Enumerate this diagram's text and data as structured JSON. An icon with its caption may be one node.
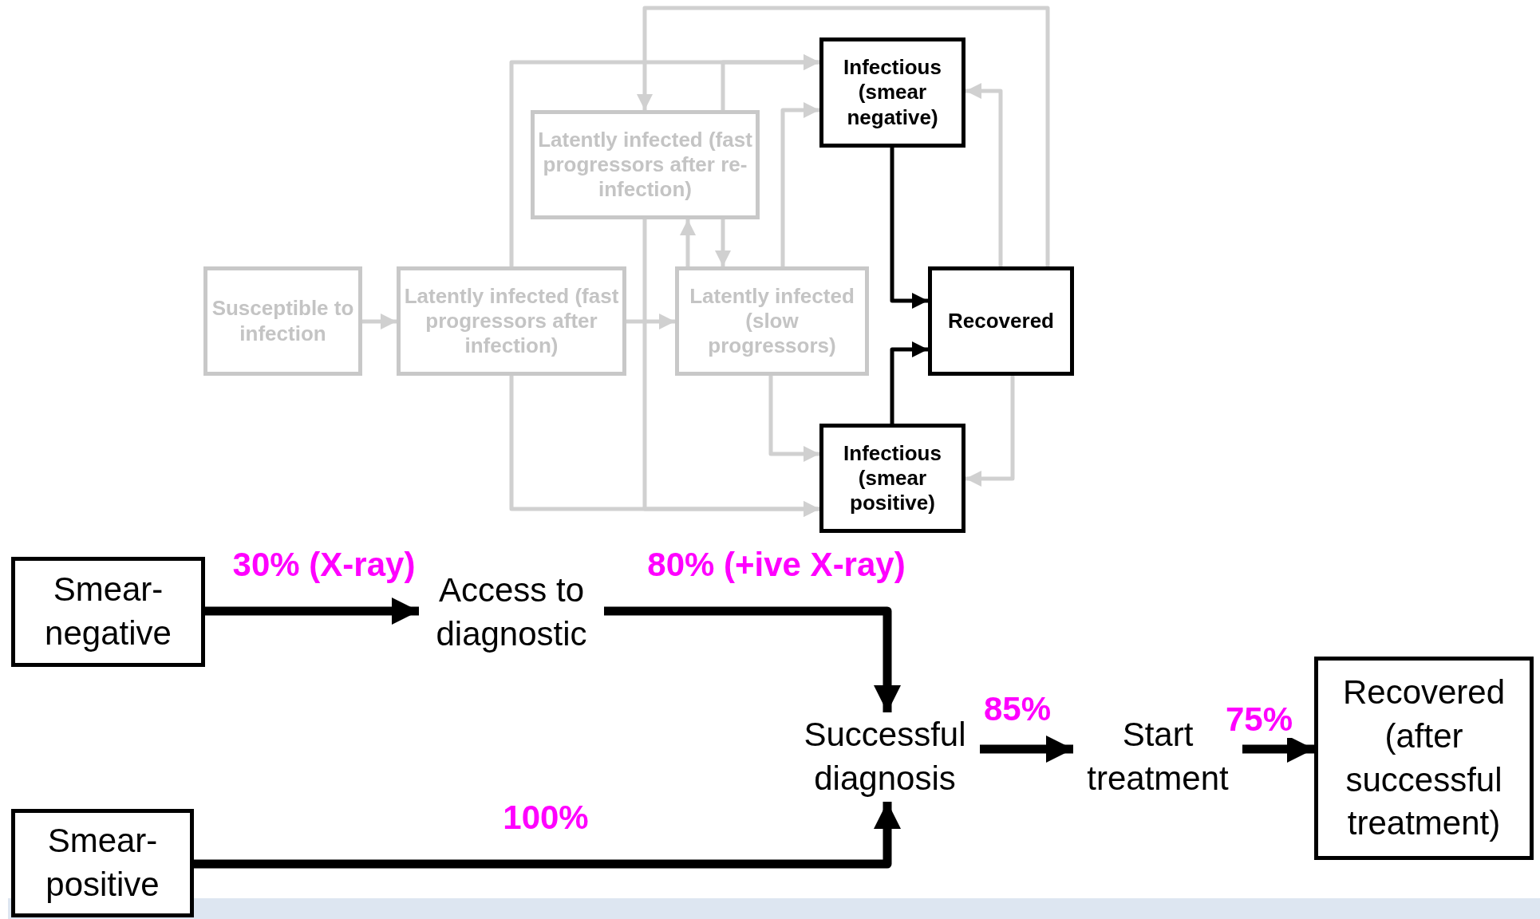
{
  "diagram": {
    "nodes": [
      {
        "text": [
          "Susceptible to infection"
        ]
      },
      {
        "text": [
          "Latently infected (fast progressors after infection)"
        ]
      },
      {
        "text": [
          "Latently infected (fast progressors after re-infection)"
        ]
      },
      {
        "text": [
          "Latently infected (slow progressors)"
        ]
      },
      {
        "text": [
          "Infectious (smear negative)"
        ]
      },
      {
        "text": [
          "Recovered"
        ]
      },
      {
        "text": [
          "Infectious (smear positive)"
        ]
      },
      {
        "text": [
          "Smear-negative"
        ]
      },
      {
        "text": [
          "Access to diagnostic"
        ]
      },
      {
        "text": [
          "Successful diagnosis"
        ]
      },
      {
        "text": [
          "Start treatment"
        ]
      },
      {
        "text": [
          "Recovered (after successful treatment)"
        ]
      },
      {
        "text": [
          "Smear-positive"
        ]
      }
    ],
    "edges": [
      {
        "from": 0,
        "to": 1,
        "arrow": "to"
      },
      {
        "from": 1,
        "to": 3,
        "arrow": "to"
      },
      {
        "from": 3,
        "to": 2,
        "arrow": "to"
      },
      {
        "from": 2,
        "to": 3,
        "arrow": "to"
      },
      {
        "from": 1,
        "to": 4,
        "arrow": "to"
      },
      {
        "from": 2,
        "to": 4,
        "arrow": "to"
      },
      {
        "from": 3,
        "to": 4,
        "arrow": "to"
      },
      {
        "from": 5,
        "to": 4,
        "arrow": "to"
      },
      {
        "from": 5,
        "to": 2,
        "arrow": "to"
      },
      {
        "from": 2,
        "to": 6,
        "arrow": "to"
      },
      {
        "from": 1,
        "to": 6,
        "arrow": "to"
      },
      {
        "from": 3,
        "to": 6,
        "arrow": "to"
      },
      {
        "from": 5,
        "to": 6,
        "arrow": "to"
      },
      {
        "from": 4,
        "to": 5,
        "arrow": "to",
        "color": "#000000"
      },
      {
        "from": 6,
        "to": 5,
        "arrow": "to",
        "color": "#000000"
      },
      {
        "from": 7,
        "to": 8,
        "arrow": "to",
        "label": "30% (X-ray)",
        "style": "thick",
        "color": "#000000"
      },
      {
        "from": 8,
        "to": 9,
        "arrow": "to",
        "label": "80% (+ive X-ray)",
        "style": "thick",
        "color": "#000000"
      },
      {
        "from": 12,
        "to": 9,
        "arrow": "to",
        "label": "100%",
        "style": "thick",
        "color": "#000000"
      },
      {
        "from": 9,
        "to": 10,
        "arrow": "to",
        "label": "85%",
        "style": "thick",
        "color": "#000000"
      },
      {
        "from": 10,
        "to": 11,
        "arrow": "to",
        "label": "75%",
        "style": "thick",
        "color": "#000000"
      }
    ]
  }
}
